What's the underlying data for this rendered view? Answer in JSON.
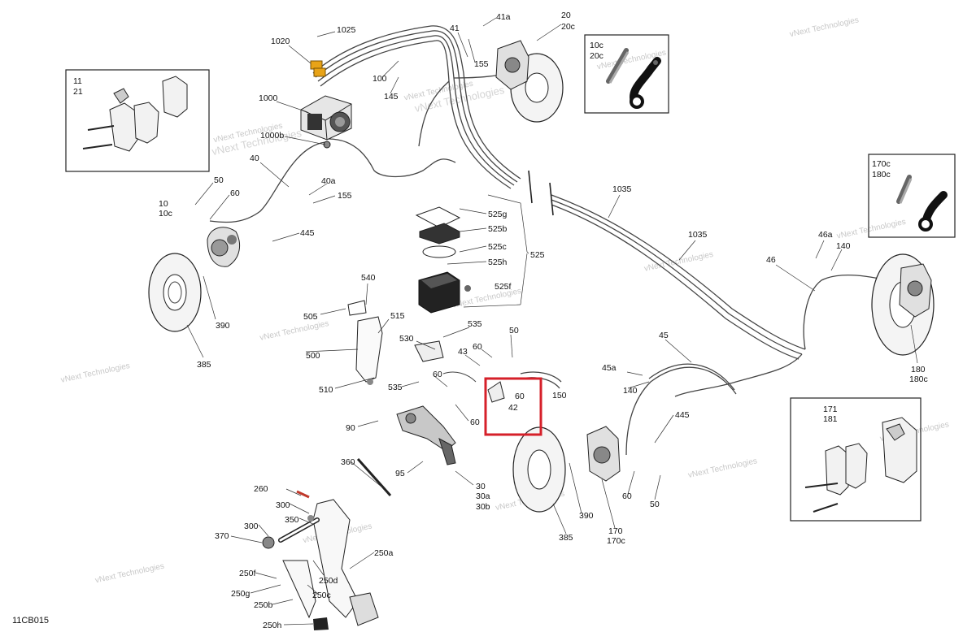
{
  "diagram": {
    "code": "11CB015",
    "watermark": "vNext Technologies",
    "highlight_color": "#d6202a",
    "accent_color": "#e8a317",
    "labels": {
      "l1025": "1025",
      "l1020": "1020",
      "l1000": "1000",
      "l1000b": "1000b",
      "l41a": "41a",
      "l41": "41",
      "l20": "20",
      "l20c": "20c",
      "l155a": "155",
      "l100": "100",
      "l145": "145",
      "l11": "11",
      "l21": "21",
      "l10c_box": "10c",
      "l20c_box": "20c",
      "l170c_box": "170c",
      "l180c_box": "180c",
      "l40": "40",
      "l40a": "40a",
      "l155b": "155",
      "l50a": "50",
      "l60a": "60",
      "l10": "10",
      "l10c": "10c",
      "l445a": "445",
      "l525g": "525g",
      "l525b": "525b",
      "l525c": "525c",
      "l525h": "525h",
      "l525": "525",
      "l525f": "525f",
      "l1035a": "1035",
      "l1035b": "1035",
      "l46a": "46a",
      "l140a": "140",
      "l46": "46",
      "l540": "540",
      "l505": "505",
      "l515": "515",
      "l390a": "390",
      "l385a": "385",
      "l530": "530",
      "l535a": "535",
      "l500": "500",
      "l43": "43",
      "l60b": "60",
      "l50b": "50",
      "l60c": "60",
      "l42": "42",
      "l150": "150",
      "l45": "45",
      "l45a": "45a",
      "l140b": "140",
      "l180": "180",
      "l180c": "180c",
      "l510": "510",
      "l535b": "535",
      "l60d": "60",
      "l60e": "60",
      "l90": "90",
      "l445b": "445",
      "l171": "171",
      "l181": "181",
      "l360": "360",
      "l95": "95",
      "l30": "30",
      "l30a": "30a",
      "l30b": "30b",
      "l390b": "390",
      "l385b": "385",
      "l170": "170",
      "l170c": "170c",
      "l60f": "60",
      "l50c": "50",
      "l260": "260",
      "l300a": "300",
      "l350": "350",
      "l300b": "300",
      "l370": "370",
      "l250a": "250a",
      "l250f": "250f",
      "l250d": "250d",
      "l250g": "250g",
      "l250c": "250c",
      "l250b": "250b",
      "l250h": "250h"
    }
  }
}
